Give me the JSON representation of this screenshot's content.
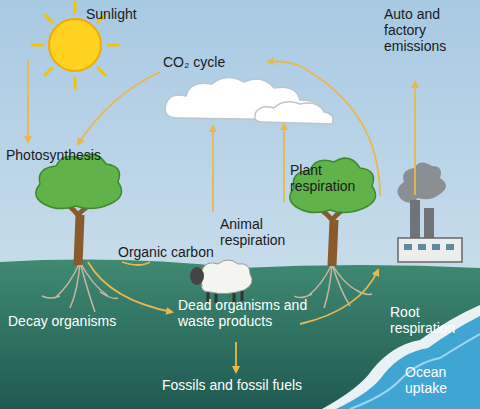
{
  "diagram": {
    "labels": [
      "Sunlight",
      "CO₂ cycle",
      "Auto and factory emissions",
      "Photosynthesis",
      "Plant respiration",
      "Animal respiration",
      "Organic carbon",
      "Decay organisms",
      "Dead organisms and waste products",
      "Root respiration",
      "Fossils and fossil fuels",
      "Ocean uptake"
    ]
  }
}
